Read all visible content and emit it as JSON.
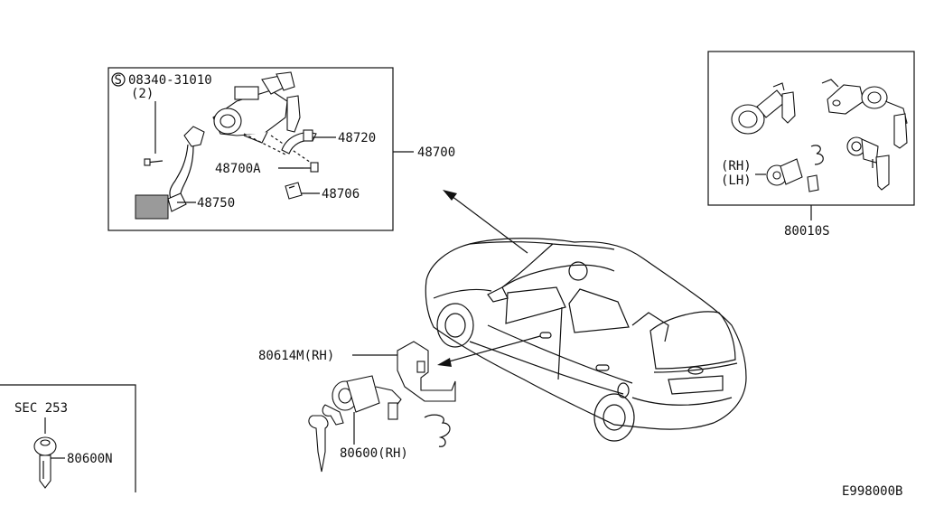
{
  "labels": {
    "screw_spec": "08340-31010",
    "screw_qty": "(2)",
    "circle_s": "S",
    "p48720": "48720",
    "p48700": "48700",
    "p48700a": "48700A",
    "p48706": "48706",
    "p48750": "48750",
    "rh": "(RH)",
    "lh": "(LH)",
    "p80010s": "80010S",
    "p80614m": "80614M(RH)",
    "p80600": "80600(RH)",
    "sec253": "SEC 253",
    "p80600n": "80600N",
    "drawing_code": "E998000B"
  }
}
